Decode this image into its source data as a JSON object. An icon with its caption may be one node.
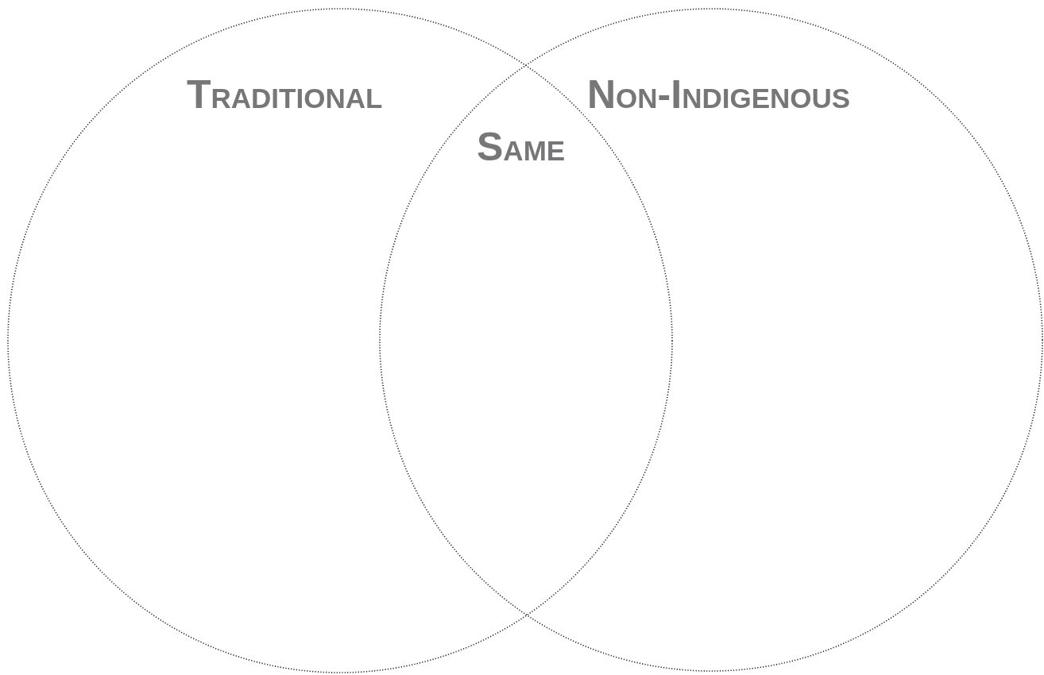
{
  "diagram": {
    "nodes": [
      {
        "text": [
          "Traditional"
        ]
      },
      {
        "text": [
          "Non-Indigenous"
        ]
      }
    ],
    "labels": [
      "Same"
    ]
  }
}
